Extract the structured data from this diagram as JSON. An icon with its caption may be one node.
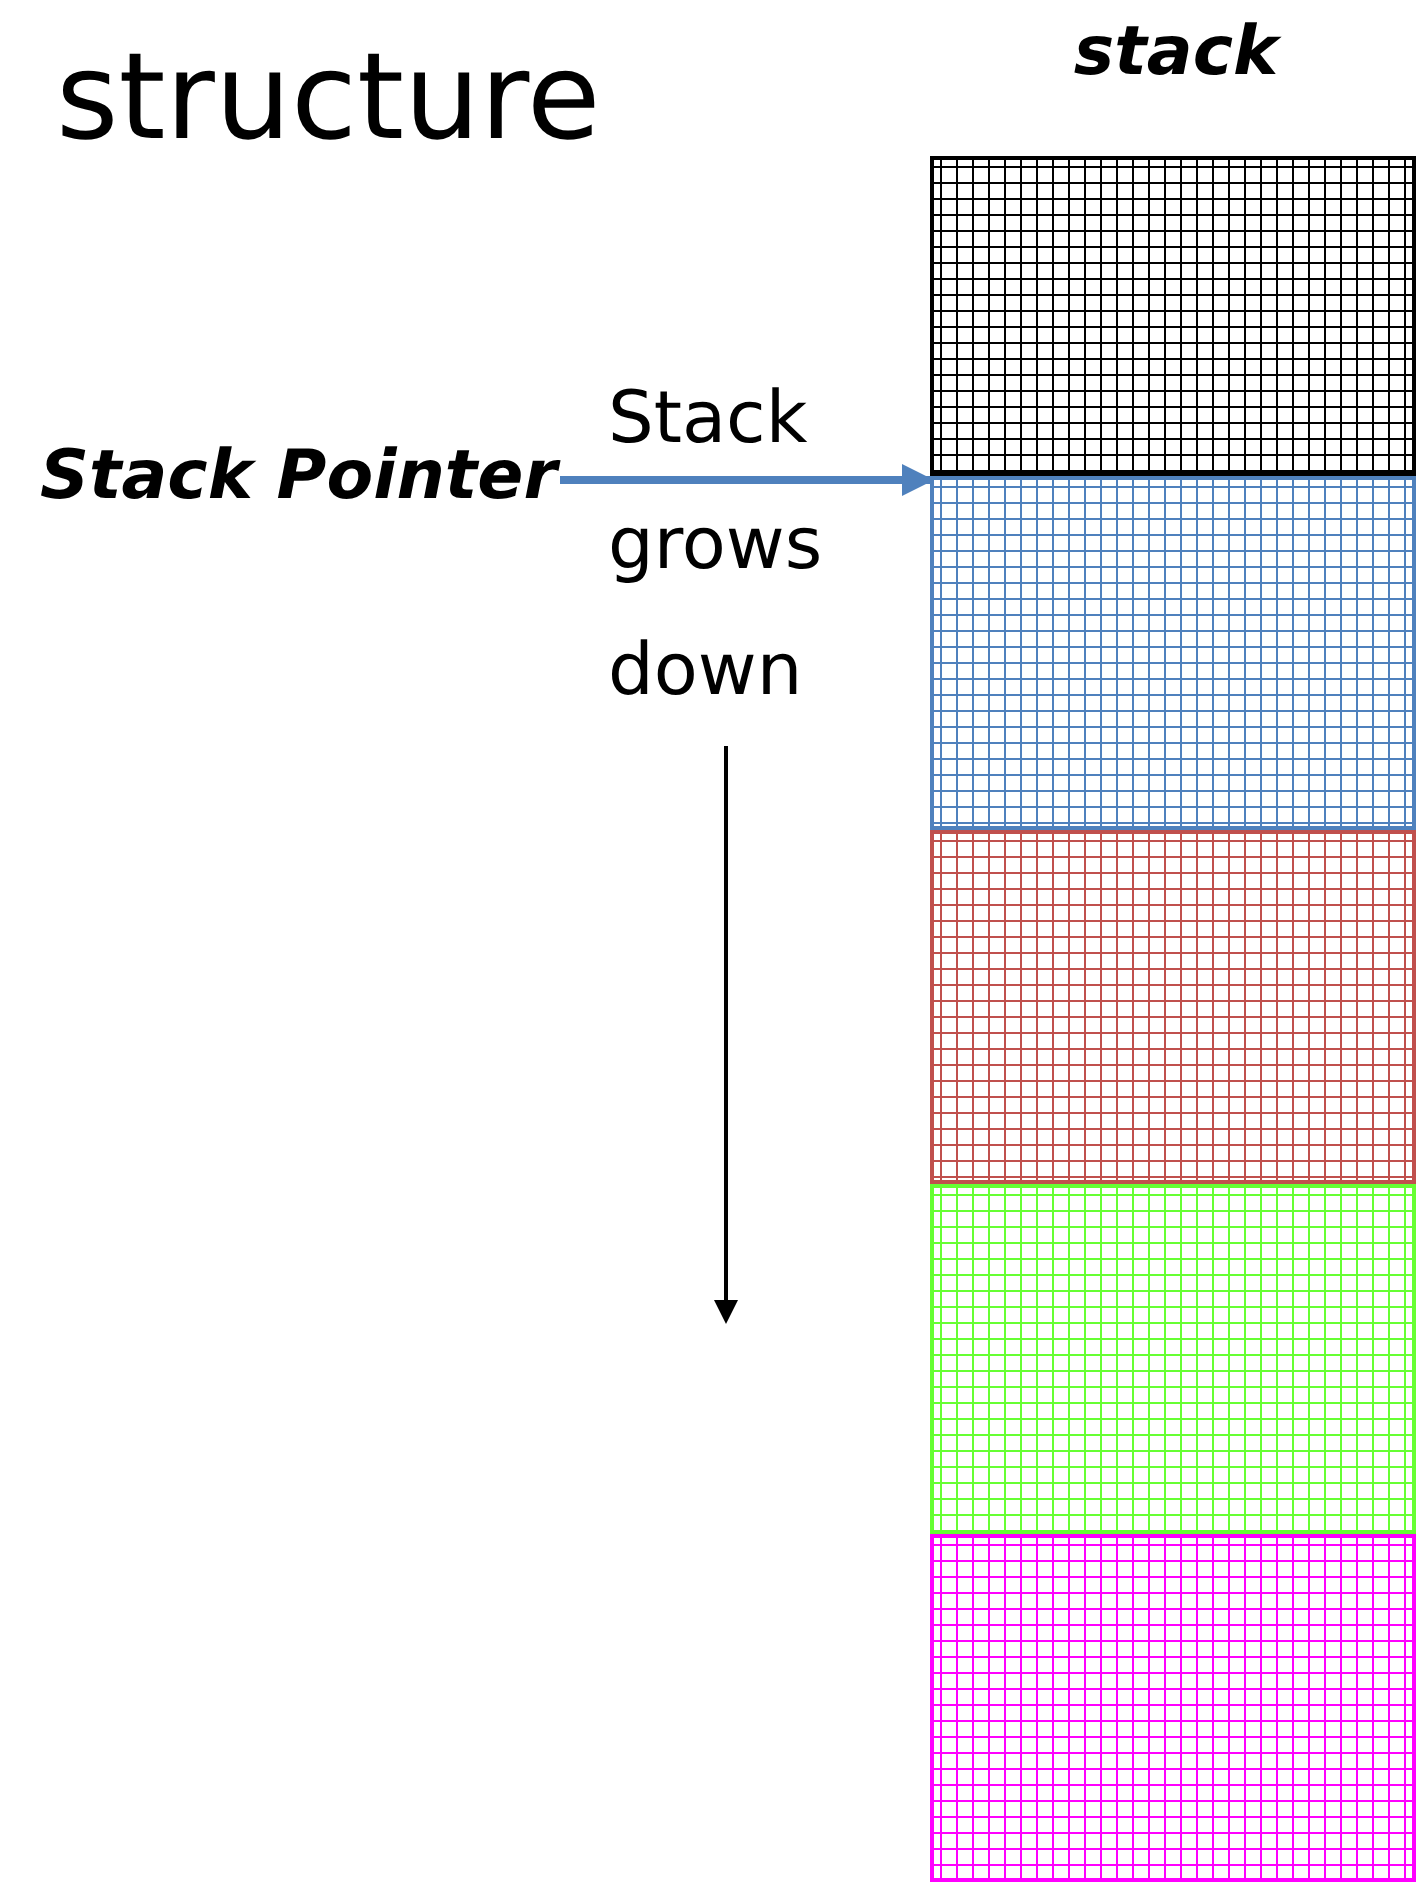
{
  "diagram": {
    "title": "structure",
    "nodes": [
      {
        "text": [
          "stack"
        ]
      },
      {
        "text": [],
        "shape": "box",
        "in": 0
      },
      {
        "text": [],
        "shape": "box",
        "in": 0
      },
      {
        "text": [],
        "shape": "box",
        "in": 0
      },
      {
        "text": [],
        "shape": "box",
        "in": 0
      },
      {
        "text": [],
        "shape": "box",
        "in": 0
      },
      {
        "text": [
          "Stack Pointer"
        ]
      }
    ],
    "edges": [
      {
        "from": 6,
        "to": 2,
        "arrow": "to",
        "color": "#4f81bd"
      }
    ],
    "labels": [
      "Stack grows down"
    ]
  }
}
